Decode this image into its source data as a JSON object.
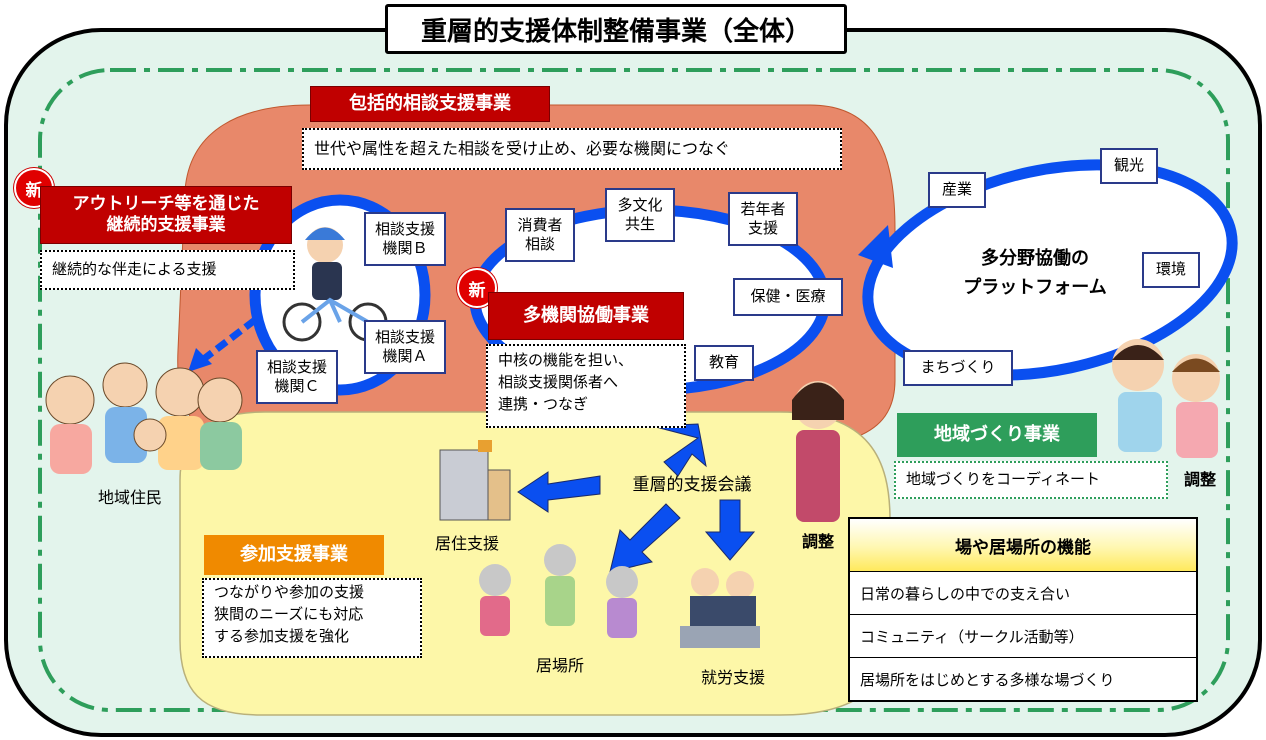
{
  "title": "重層的支援体制整備事業（全体）",
  "inclusive": {
    "header": "包括的相談支援事業",
    "desc": "世代や属性を超えた相談を受け止め、必要な機関につなぐ"
  },
  "outreach": {
    "badge": "新",
    "header_line1": "アウトリーチ等を通じた",
    "header_line2": "継続的支援事業",
    "desc": "継続的な伴走による支援"
  },
  "agencies": {
    "b": [
      "相談支援",
      "機関Ｂ"
    ],
    "a": [
      "相談支援",
      "機関Ａ"
    ],
    "c": [
      "相談支援",
      "機関Ｃ"
    ]
  },
  "multi_agency": {
    "badge": "新",
    "header": "多機関協働事業",
    "desc": [
      "中核の機能を担い、",
      "相談支援関係者へ",
      "連携・つなぎ"
    ],
    "nodes": {
      "consumer": [
        "消費者",
        "相談"
      ],
      "multicultural": [
        "多文化",
        "共生"
      ],
      "youth": [
        "若年者",
        "支援"
      ],
      "health": "保健・医療",
      "education": "教育"
    }
  },
  "platform": {
    "title_line1": "多分野協働の",
    "title_line2": "プラットフォーム",
    "nodes": {
      "industry": "産業",
      "tourism": "観光",
      "environment": "環境",
      "town": "まちづくり"
    }
  },
  "residents": "地域住民",
  "community_dev": {
    "header": "地域づくり事業",
    "desc": "地域づくりをコーディネート",
    "coord": "調整"
  },
  "meeting": "重層的支援会議",
  "center_coord": "調整",
  "housing": "居住支援",
  "ibasho": "居場所",
  "employment": "就労支援",
  "participation": {
    "header": "参加支援事業",
    "desc": [
      "つながりや参加の支援",
      "狭間のニーズにも対応",
      "する参加支援を強化"
    ]
  },
  "functions": {
    "header": "場や居場所の機能",
    "rows": [
      "日常の暮らしの中での支え合い",
      "コミュニティ（サークル活動等）",
      "居場所をはじめとする多様な場づくり"
    ]
  },
  "colors": {
    "frame_fill": "#e3f4ec",
    "dash": "#2e9e5b",
    "inclusive_zone": "#e8886a",
    "participation_zone": "#fdf7a8",
    "ring": "#0a4ff0",
    "red": "#c00000",
    "orange": "#f08a00",
    "green": "#2e9e5b"
  }
}
